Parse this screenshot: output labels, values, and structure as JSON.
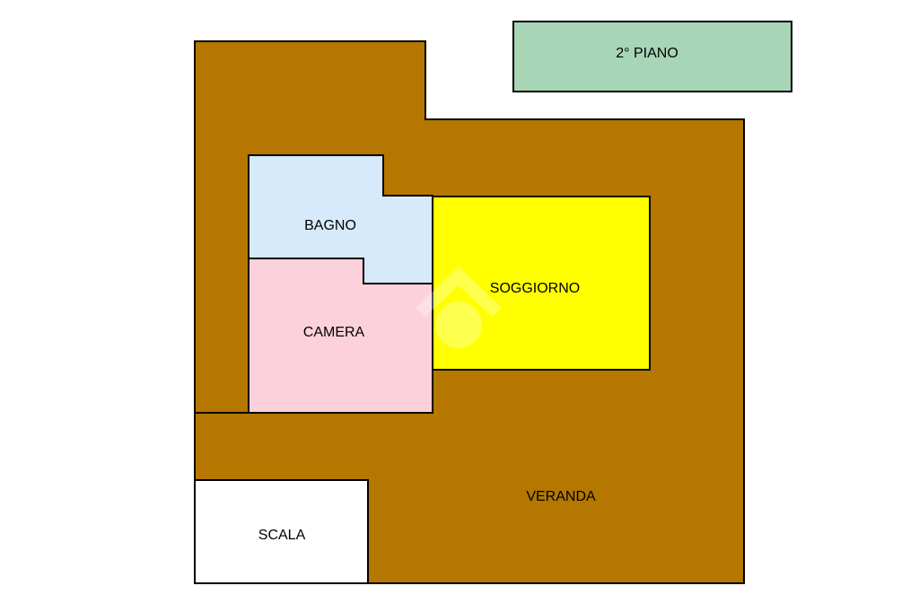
{
  "floor_badge": {
    "label": "2° PIANO",
    "color": "#a8d5b5"
  },
  "rooms": [
    {
      "id": "bagno",
      "label": "BAGNO",
      "color": "#d6eafc"
    },
    {
      "id": "camera",
      "label": "CAMERA",
      "color": "#fdd1dc"
    },
    {
      "id": "soggiorno",
      "label": "SOGGIORNO",
      "color": "#ffff00"
    },
    {
      "id": "veranda",
      "label": "VERANDA",
      "color": "#b57700"
    },
    {
      "id": "scala",
      "label": "SCALA",
      "color": "#ffffff"
    }
  ],
  "watermark": {
    "icon": "house-logo-icon",
    "color": "#ffffff"
  },
  "outline_color": "#000000"
}
